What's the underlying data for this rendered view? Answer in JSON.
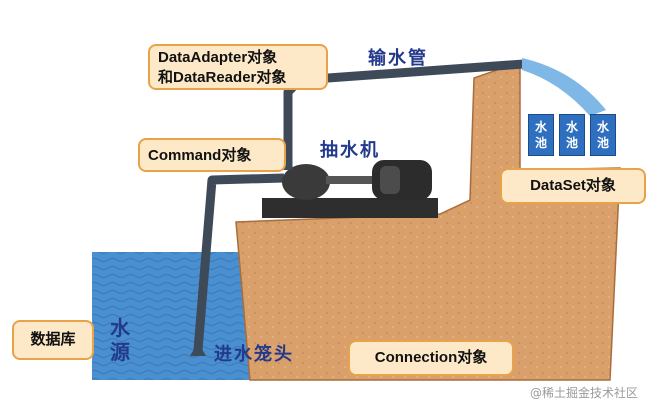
{
  "callouts": {
    "data_adapter_line1": "DataAdapter对象",
    "data_adapter_line2": "和DataReader对象",
    "command": "Command对象",
    "dataset": "DataSet对象",
    "database": "数据库",
    "connection": "Connection对象"
  },
  "scene_labels": {
    "pipe": "输水管",
    "pump": "抽水机",
    "intake": "进水笼头",
    "source": "水源",
    "tank": "水池"
  },
  "tanks": [
    "水池",
    "水池",
    "水池"
  ],
  "watermark": "@稀土掘金技术社区",
  "colors": {
    "water": "#4a8fcf",
    "cliff": "#d9a06b",
    "callout_fill": "#fde9c7",
    "callout_border": "#e8a24a",
    "pipe": "#3e4a58",
    "tank": "#2f6fc0",
    "label_text": "#233a8c"
  }
}
